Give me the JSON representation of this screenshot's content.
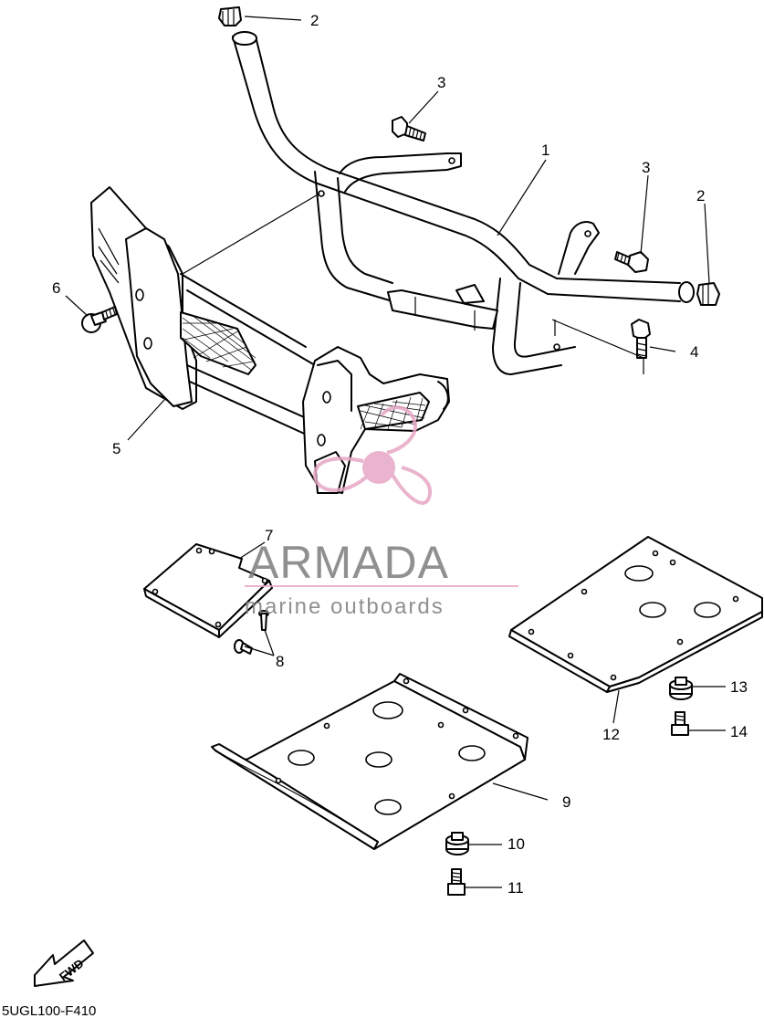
{
  "diagram_code": "5UGL100-F410",
  "direction_label": "FWD",
  "watermark": {
    "brand": "ARMADA",
    "tagline": "marine outboards",
    "accent_color": "#e7a6c6",
    "text_color": "#7d7d7d"
  },
  "callouts": [
    {
      "id": "c1",
      "label": "1"
    },
    {
      "id": "c2a",
      "label": "2"
    },
    {
      "id": "c2b",
      "label": "2"
    },
    {
      "id": "c3a",
      "label": "3"
    },
    {
      "id": "c3b",
      "label": "3"
    },
    {
      "id": "c4",
      "label": "4"
    },
    {
      "id": "c5",
      "label": "5"
    },
    {
      "id": "c6",
      "label": "6"
    },
    {
      "id": "c7",
      "label": "7"
    },
    {
      "id": "c8",
      "label": "8"
    },
    {
      "id": "c9",
      "label": "9"
    },
    {
      "id": "c10",
      "label": "10"
    },
    {
      "id": "c11",
      "label": "11"
    },
    {
      "id": "c12",
      "label": "12"
    },
    {
      "id": "c13",
      "label": "13"
    },
    {
      "id": "c14",
      "label": "14"
    }
  ]
}
